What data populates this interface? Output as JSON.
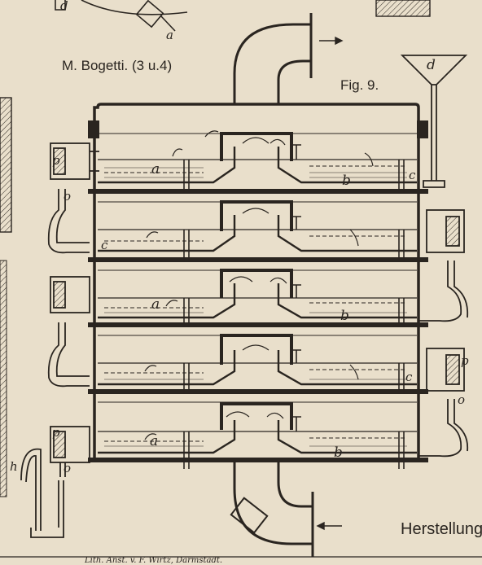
{
  "plate": {
    "author": "M. Bogetti.",
    "author_refs": "(3 u.4)",
    "figure": "Fig. 9.",
    "footer_right": "Herstellung",
    "imprint": "Lith. Anst. v. F. Wirtz, Darmstadt."
  },
  "labels": {
    "a_top": "a",
    "d_top": "d",
    "d_funnel": "d",
    "p1": "p",
    "o1": "o",
    "a1": "a",
    "b1": "b",
    "c1": "c",
    "c2": "c",
    "a3": "a",
    "b3": "b",
    "c4": "c",
    "p4": "p",
    "o4": "o",
    "p5": "p",
    "o5": "o",
    "a5": "a",
    "b5": "b",
    "h": "h"
  },
  "colors": {
    "paper": "#e9dfcb",
    "ink": "#2a2520"
  }
}
